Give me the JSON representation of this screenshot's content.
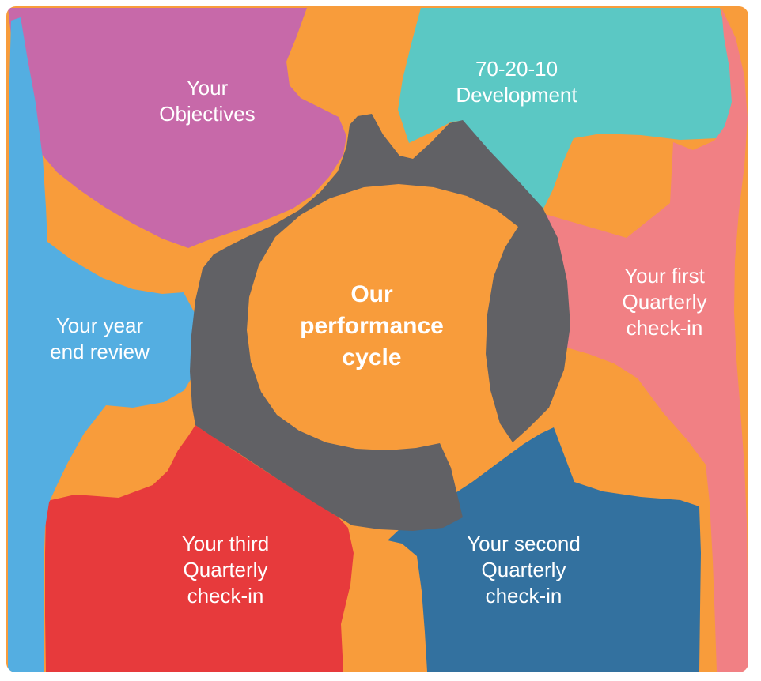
{
  "diagram": {
    "title_lines": {
      "l1": "Our",
      "l2": "performance",
      "l3": "cycle"
    },
    "colors": {
      "background": "#f89c3b",
      "ring": "#616165",
      "text": "#ffffff",
      "objectives": "#c769a9",
      "development": "#5bc8c4",
      "first_checkin": "#f18084",
      "second_checkin": "#33719f",
      "third_checkin": "#e73a3c",
      "year_end": "#54aee1"
    },
    "nodes": {
      "objectives": {
        "l1": "Your",
        "l2": "Objectives"
      },
      "development": {
        "l1": "70-20-10",
        "l2": "Development"
      },
      "first_checkin": {
        "l1": "Your first",
        "l2": "Quarterly",
        "l3": "check-in"
      },
      "second_checkin": {
        "l1": "Your second",
        "l2": "Quarterly",
        "l3": "check-in"
      },
      "third_checkin": {
        "l1": "Your third",
        "l2": "Quarterly",
        "l3": "check-in"
      },
      "year_end": {
        "l1": "Your year",
        "l2": "end review"
      }
    }
  }
}
